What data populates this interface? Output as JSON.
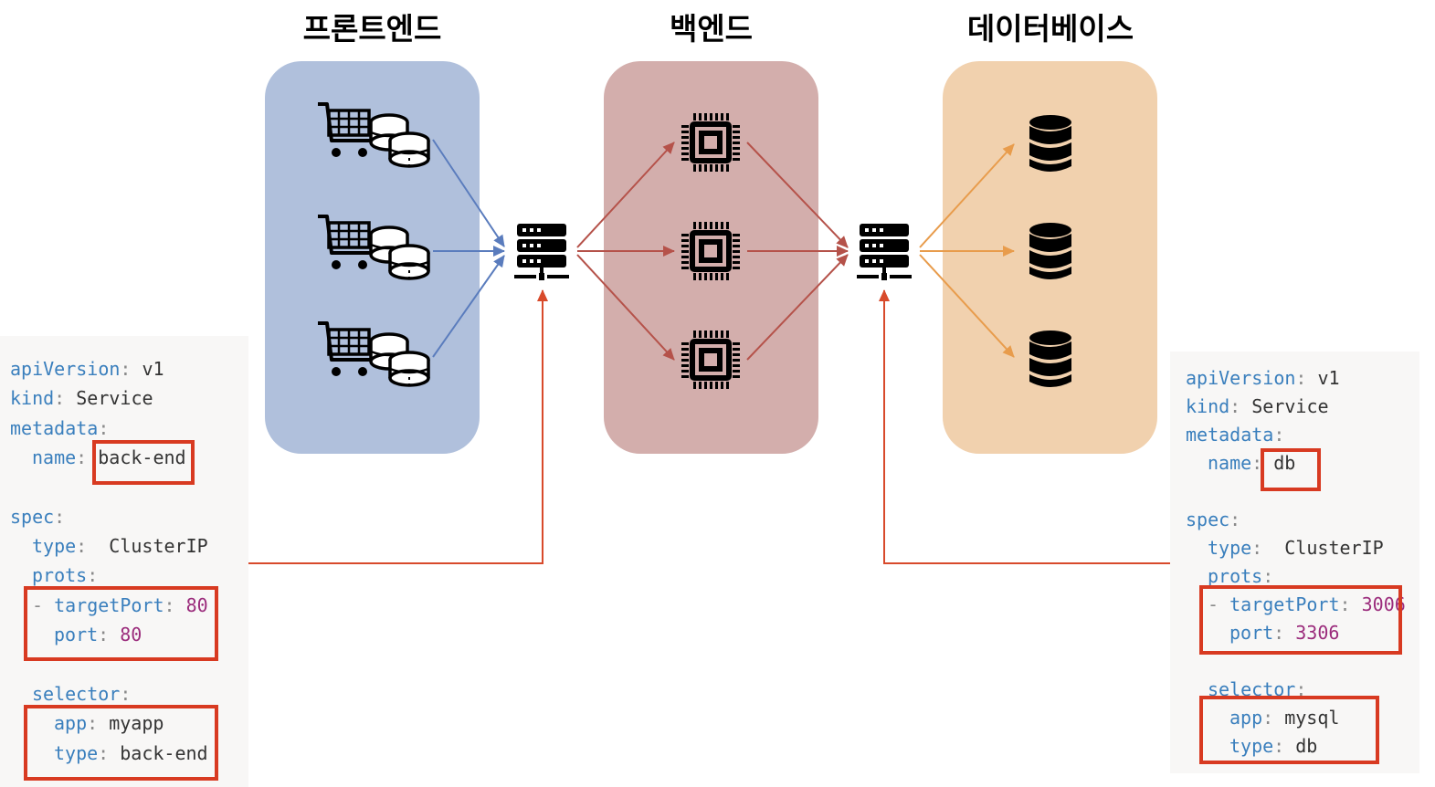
{
  "columns": {
    "frontend": {
      "title": "프론트엔드",
      "fill": "#b0c0dc"
    },
    "backend": {
      "title": "백엔드",
      "fill": "#d3aeac"
    },
    "database": {
      "title": "데이터베이스",
      "fill": "#f1d1ae"
    }
  },
  "colors": {
    "frontend_arrows": "#5a7cbd",
    "backend_arrows": "#b5524a",
    "database_arrows": "#e89c4c",
    "service_link": "#d84a2b",
    "highlight": "#d83a21"
  },
  "icons": {
    "frontend_nodes": "shopping-cart-coins-icon",
    "backend_nodes": "cpu-chip-icon",
    "database_nodes": "database-icon",
    "service": "server-icon"
  },
  "yaml_left": {
    "apiVersion_key": "apiVersion",
    "apiVersion": "v1",
    "kind_key": "kind",
    "kind": "Service",
    "metadata_key": "metadata",
    "name_key": "name",
    "name": "back-end",
    "spec_key": "spec",
    "type_key": "type",
    "type": "ClusterIP",
    "ports_key": "prots",
    "targetPort_key": "targetPort",
    "targetPort": "80",
    "port_key": "port",
    "port": "80",
    "selector_key": "selector",
    "app_key": "app",
    "app": "myapp",
    "sel_type_key": "type",
    "sel_type": "back-end"
  },
  "yaml_right": {
    "apiVersion_key": "apiVersion",
    "apiVersion": "v1",
    "kind_key": "kind",
    "kind": "Service",
    "metadata_key": "metadata",
    "name_key": "name",
    "name": "db",
    "spec_key": "spec",
    "type_key": "type",
    "type": "ClusterIP",
    "ports_key": "prots",
    "targetPort_key": "targetPort",
    "targetPort": "3006",
    "port_key": "port",
    "port": "3306",
    "selector_key": "selector",
    "app_key": "app",
    "app": "mysql",
    "sel_type_key": "type",
    "sel_type": "db"
  }
}
